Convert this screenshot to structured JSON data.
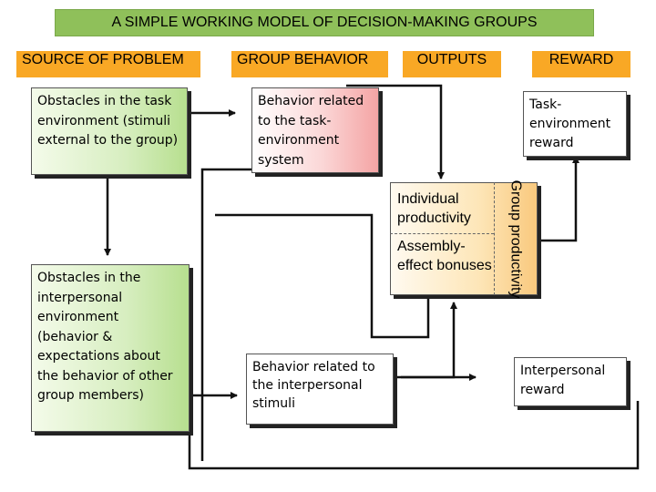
{
  "title": "A SIMPLE WORKING MODEL OF DECISION-MAKING GROUPS",
  "columns": {
    "source": "SOURCE OF PROBLEM",
    "behavior": "GROUP BEHAVIOR",
    "outputs": "OUTPUTS",
    "reward": "REWARD"
  },
  "boxes": {
    "task_obstacles": "Obstacles in the task environment (stimuli external to the group)",
    "interpersonal_obstacles": "Obstacles in the interpersonal environment (behavior & expectations about the behavior of other group members)",
    "task_behavior": "Behavior related to the task-environment system",
    "interpersonal_behavior": "Behavior related to the interpersonal stimuli",
    "individual_productivity": "Individual productivity",
    "assembly_bonuses": "Assembly-effect bonuses",
    "group_productivity": "Group productivity",
    "task_reward": "Task-environment reward",
    "interpersonal_reward": "Interpersonal reward"
  },
  "colors": {
    "title_bg": "#8fc05a",
    "header_bg": "#f9a825",
    "source_boxes": "#b7df8f",
    "behavior_box": "#f4a4a4",
    "output_box": "#f9c97e"
  }
}
